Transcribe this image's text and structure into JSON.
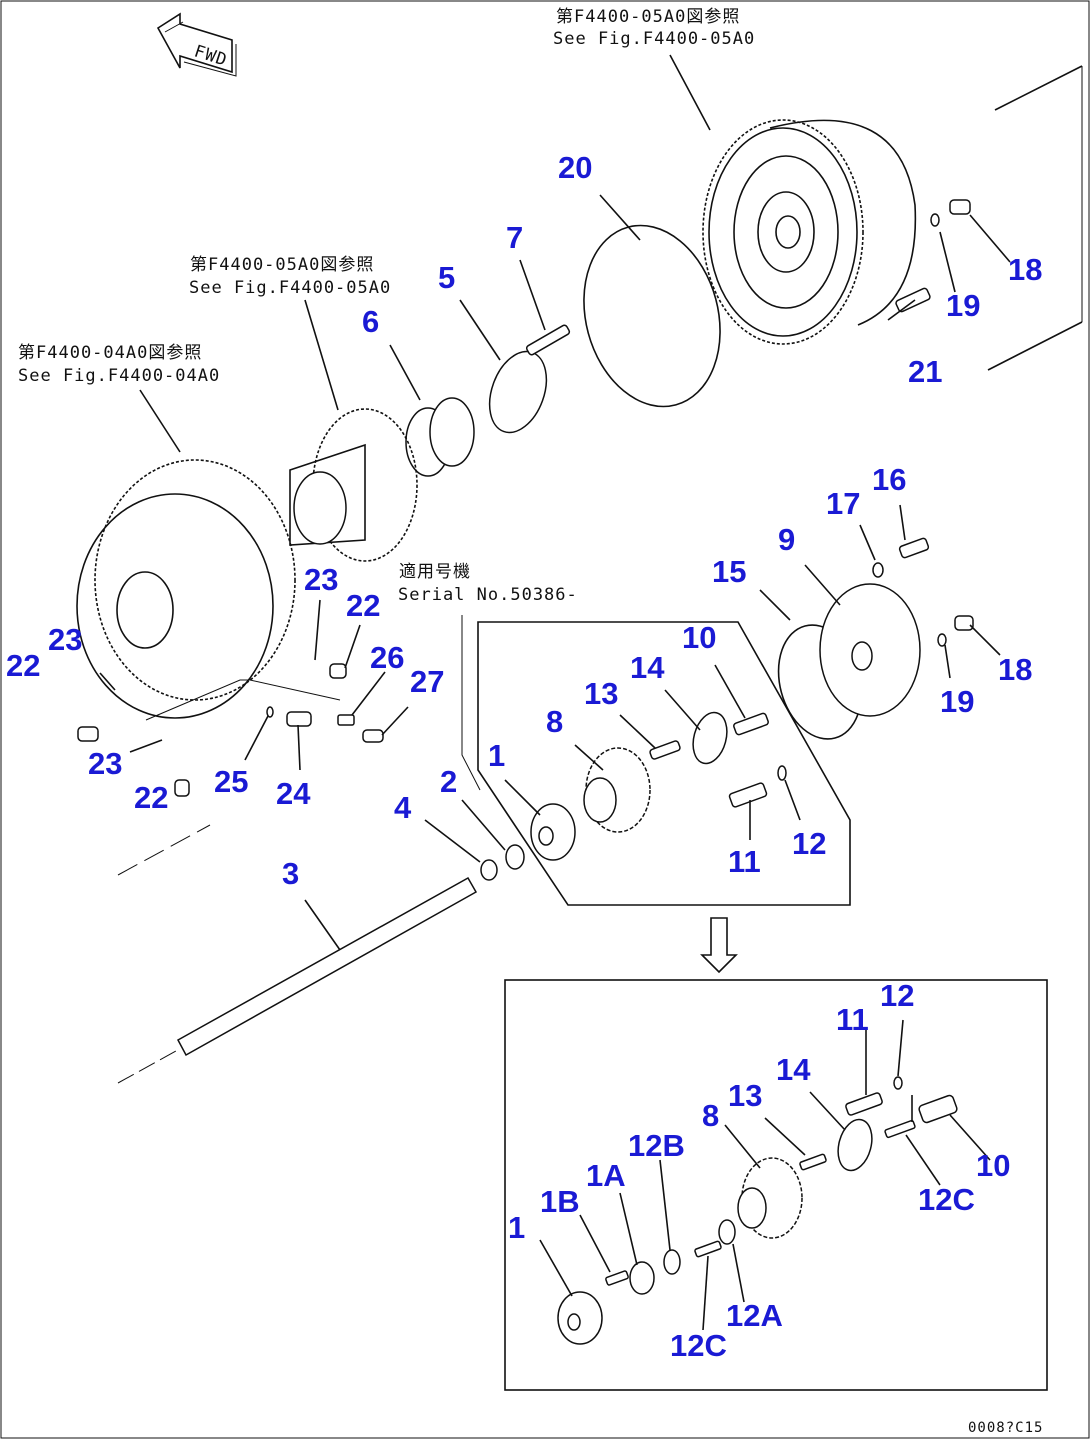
{
  "diagram": {
    "drawing_code": "0008?C15",
    "direction_marker": "FWD",
    "references": {
      "top_jp": "第F4400-05A0図参照",
      "top_en": "See Fig.F4400-05A0",
      "mid_jp": "第F4400-05A0図参照",
      "mid_en": "See Fig.F4400-05A0",
      "left_jp": "第F4400-04A0図参照",
      "left_en": "See Fig.F4400-04A0",
      "serial_jp": "適用号機",
      "serial_en": "Serial No.50386-"
    },
    "part_labels": {
      "p1": "1",
      "p2": "2",
      "p3": "3",
      "p4": "4",
      "p5": "5",
      "p6": "6",
      "p7": "7",
      "p8": "8",
      "p9": "9",
      "p10": "10",
      "p11": "11",
      "p12": "12",
      "p13": "13",
      "p14": "14",
      "p15": "15",
      "p16": "16",
      "p17": "17",
      "p18a": "18",
      "p18b": "18",
      "p19a": "19",
      "p19b": "19",
      "p20": "20",
      "p21": "21",
      "p22a": "22",
      "p22b": "22",
      "p22c": "22",
      "p23a": "23",
      "p23b": "23",
      "p23c": "23",
      "p24": "24",
      "p25": "25",
      "p26": "26",
      "p27": "27"
    },
    "inset_labels": {
      "i1": "1",
      "i1b": "1B",
      "i1a": "1A",
      "i12b": "12B",
      "i8": "8",
      "i13": "13",
      "i14": "14",
      "i11": "11",
      "i12": "12",
      "i10": "10",
      "i12c_r": "12C",
      "i12a": "12A",
      "i12c_b": "12C"
    }
  }
}
